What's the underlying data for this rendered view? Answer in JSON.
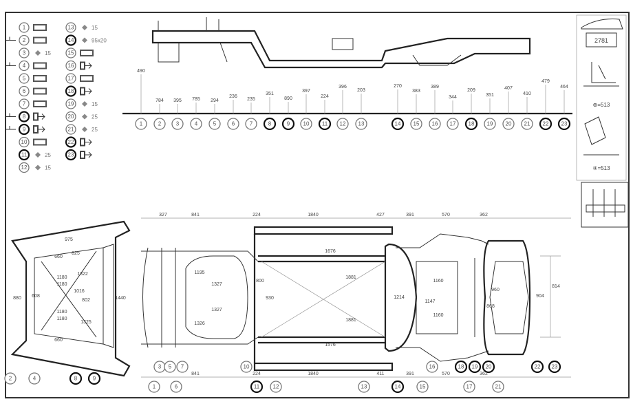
{
  "legend": [
    {
      "n": "1",
      "icon": "bolt"
    },
    {
      "n": "2",
      "icon": "bolt",
      "ground": true
    },
    {
      "n": "3",
      "icon": "rivet",
      "text": "15"
    },
    {
      "n": "4",
      "icon": "bolt",
      "ground": true
    },
    {
      "n": "5",
      "icon": "bolt"
    },
    {
      "n": "6",
      "icon": "bolt"
    },
    {
      "n": "7",
      "icon": "bolt"
    },
    {
      "n": "8",
      "icon": "nut",
      "ground": true,
      "bold": true
    },
    {
      "n": "9",
      "icon": "nut",
      "ground": true,
      "bold": true
    },
    {
      "n": "10",
      "icon": "bolt"
    },
    {
      "n": "11",
      "icon": "rivet",
      "text": "25",
      "bold": true
    },
    {
      "n": "12",
      "icon": "rivet",
      "text": "15"
    },
    {
      "n": "13",
      "icon": "rivet",
      "text": "15"
    },
    {
      "n": "14",
      "icon": "rivet",
      "text": "95x20",
      "bold": true
    },
    {
      "n": "15",
      "icon": "bolt"
    },
    {
      "n": "16",
      "icon": "nut"
    },
    {
      "n": "17",
      "icon": "bolt"
    },
    {
      "n": "18",
      "icon": "nut",
      "bold": true
    },
    {
      "n": "19",
      "icon": "rivet",
      "text": "15"
    },
    {
      "n": "20",
      "icon": "rivet",
      "text": "25"
    },
    {
      "n": "21",
      "icon": "rivet",
      "text": "25"
    },
    {
      "n": "22",
      "icon": "nut",
      "bold": true
    },
    {
      "n": "23",
      "icon": "nut",
      "bold": true
    }
  ],
  "side_view": {
    "markers": [
      {
        "n": "1",
        "dim": "490"
      },
      {
        "n": "2",
        "dim": "784"
      },
      {
        "n": "3",
        "dim": "395"
      },
      {
        "n": "4",
        "dim": "785"
      },
      {
        "n": "5",
        "dim": "294"
      },
      {
        "n": "6",
        "dim": "236"
      },
      {
        "n": "7",
        "dim": "235"
      },
      {
        "n": "8",
        "dim": "351",
        "bold": true
      },
      {
        "n": "9",
        "dim": "890",
        "bold": true
      },
      {
        "n": "10",
        "dim": "397"
      },
      {
        "n": "11",
        "dim": "224",
        "bold": true
      },
      {
        "n": "12",
        "dim": "396"
      },
      {
        "n": "13",
        "dim": "203"
      },
      {
        "n": "14",
        "dim": "270",
        "bold": true
      },
      {
        "n": "15",
        "dim": "383"
      },
      {
        "n": "16",
        "dim": "389"
      },
      {
        "n": "17",
        "dim": "344"
      },
      {
        "n": "18",
        "dim": "209",
        "bold": true
      },
      {
        "n": "19",
        "dim": "351"
      },
      {
        "n": "20",
        "dim": "407"
      },
      {
        "n": "21",
        "dim": "410"
      },
      {
        "n": "22",
        "dim": "479",
        "bold": true
      },
      {
        "n": "23",
        "dim": "464",
        "bold": true
      }
    ]
  },
  "plan_view": {
    "top_dims": [
      "327",
      "841",
      "224",
      "1840",
      "427",
      "391",
      "570",
      "362"
    ],
    "bottom_dims": [
      "841",
      "224",
      "1840",
      "411",
      "391",
      "570",
      "362"
    ],
    "inner_labels": [
      "1195",
      "1327",
      "1327",
      "1326",
      "800",
      "930",
      "1881",
      "1881",
      "1676",
      "1576",
      "1214",
      "1160",
      "1147",
      "1160",
      "960",
      "904",
      "814",
      "868"
    ],
    "markers_upper": [
      "3",
      "5",
      "7",
      "10",
      "16",
      "18",
      "19",
      "20",
      "22",
      "23"
    ],
    "markers_lower": [
      "1",
      "6",
      "11",
      "12",
      "13",
      "14",
      "15",
      "17",
      "21"
    ]
  },
  "rear_view": {
    "labels": [
      "975",
      "825",
      "660",
      "660",
      "1180",
      "1322",
      "1180",
      "1016",
      "1180",
      "1180",
      "1325",
      "880",
      "1440",
      "608",
      "802"
    ],
    "markers": [
      "2",
      "4",
      "8",
      "9"
    ]
  },
  "right_panel": {
    "dim": "2781",
    "ref1": "⊕=513",
    "ref2": "④=513"
  }
}
